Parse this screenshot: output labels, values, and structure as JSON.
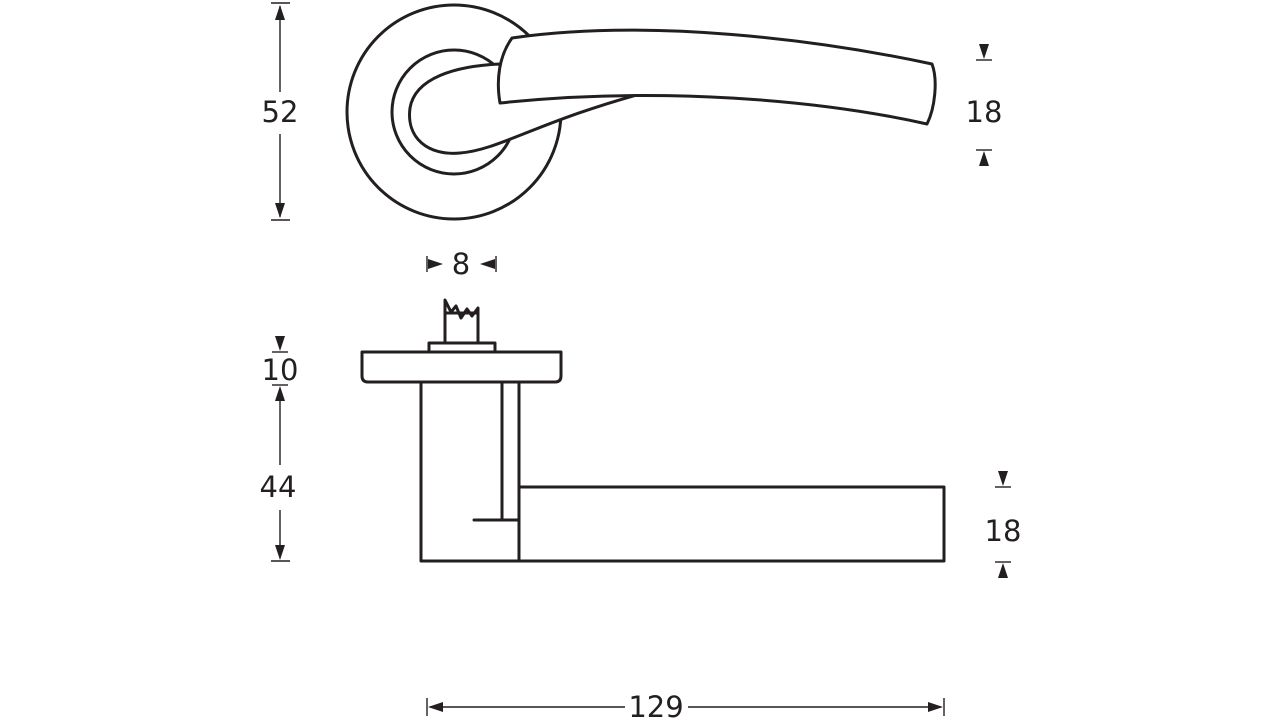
{
  "colors": {
    "line": "#231f20",
    "background": "#ffffff"
  },
  "dimensions": {
    "rose_diameter": "52",
    "lever_height_top": "18",
    "spindle_width": "8",
    "rose_thickness": "10",
    "projection": "44",
    "lever_height_side": "18",
    "lever_length": "129"
  }
}
